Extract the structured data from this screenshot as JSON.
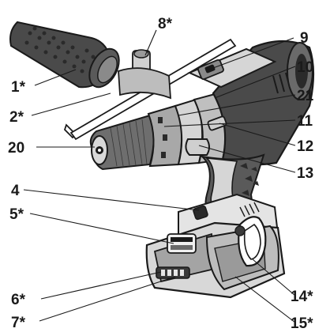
{
  "colors": {
    "outline": "#1a1a1a",
    "dark_fill": "#3a3a3a",
    "mid_fill": "#7a7a7a",
    "light_fill": "#c8c8c8",
    "pale_fill": "#e6e6e6",
    "background": "#ffffff"
  },
  "callouts": {
    "c1": "1*",
    "c2": "2*",
    "c20": "20",
    "c4": "4",
    "c5": "5*",
    "c6": "6*",
    "c7": "7*",
    "c8": "8*",
    "c9": "9",
    "c10": "10",
    "c21": "21",
    "c11": "11",
    "c12": "12",
    "c13": "13",
    "c14": "14*",
    "c15": "15*"
  }
}
